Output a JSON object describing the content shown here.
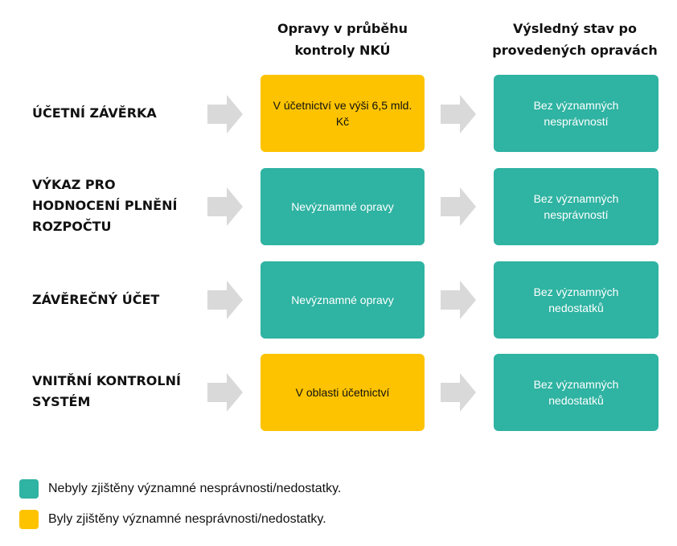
{
  "headers": {
    "corrections": "Opravy v průběhu kontroly NKÚ",
    "result": "Výsledný stav po provedených opravách"
  },
  "rows": [
    {
      "label": "ÚČETNÍ ZÁVĚRKA",
      "correction": "V účetnictví ve výši 6,5 mld. Kč",
      "correction_status": "significant",
      "result": "Bez významných nesprávností",
      "result_status": "not_significant"
    },
    {
      "label": "VÝKAZ PRO HODNOCENÍ PLNĚNÍ ROZPOČTU",
      "correction": "Nevýznamné opravy",
      "correction_status": "not_significant",
      "result": "Bez významných nesprávností",
      "result_status": "not_significant"
    },
    {
      "label": "ZÁVĚREČNÝ ÚČET",
      "correction": "Nevýznamné opravy",
      "correction_status": "not_significant",
      "result": "Bez významných nedostatků",
      "result_status": "not_significant"
    },
    {
      "label": "VNITŘNÍ KONTROLNÍ SYSTÉM",
      "correction": "V oblasti účetnictví",
      "correction_status": "significant",
      "result": "Bez významných nedostatků",
      "result_status": "not_significant"
    }
  ],
  "legend": [
    {
      "text": "Nebyly zjištěny významné nesprávnosti/nedostatky.",
      "color": "#2fb3a2"
    },
    {
      "text": "Byly zjištěny významné nesprávnosti/nedostatky.",
      "color": "#fdc300"
    }
  ],
  "colors": {
    "teal": "#2fb3a2",
    "yellow": "#fdc300",
    "arrow": "#d9d9d9"
  },
  "icons": {
    "arrow": "arrow-right-icon"
  }
}
